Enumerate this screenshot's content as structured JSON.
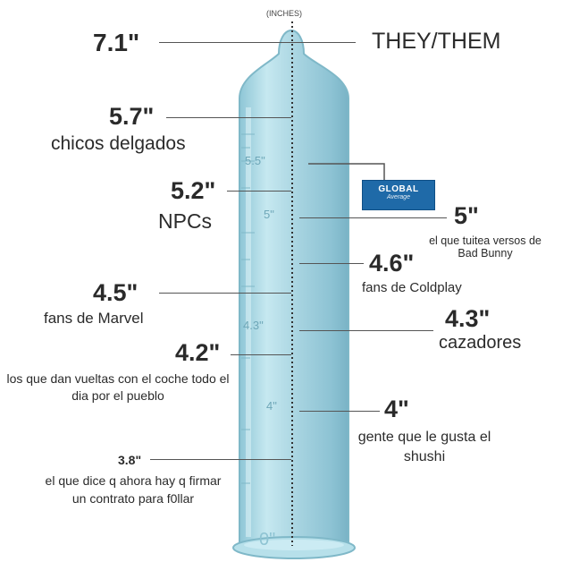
{
  "axis": {
    "unit": "(INCHES)",
    "ticks": [
      "5.5\"",
      "5\"",
      "4.3\"",
      "4\"",
      "0\""
    ]
  },
  "badge": {
    "title": "GLOBAL",
    "subtitle": "Average"
  },
  "labels": [
    {
      "value": "7.1\"",
      "caption": "THEY/THEM"
    },
    {
      "value": "5.7\"",
      "caption": "chicos delgados"
    },
    {
      "value": "5.2\"",
      "caption": "NPCs"
    },
    {
      "value": "5\"",
      "caption": "el que tuitea versos de Bad Bunny"
    },
    {
      "value": "4.6\"",
      "caption": "fans de Coldplay"
    },
    {
      "value": "4.5\"",
      "caption": "fans de Marvel"
    },
    {
      "value": "4.3\"",
      "caption": "cazadores"
    },
    {
      "value": "4.2\"",
      "caption": "los que dan vueltas con el coche todo el dia por el pueblo"
    },
    {
      "value": "4\"",
      "caption": "gente que le gusta el shushi"
    },
    {
      "value": "3.8\"",
      "caption": "el que dice q ahora hay q firmar un contrato para f0llar"
    }
  ],
  "colors": {
    "condom_body": "#a9d6e2",
    "condom_edge": "#7fb8c8",
    "badge": "#1f6aa8",
    "line": "#555555"
  }
}
